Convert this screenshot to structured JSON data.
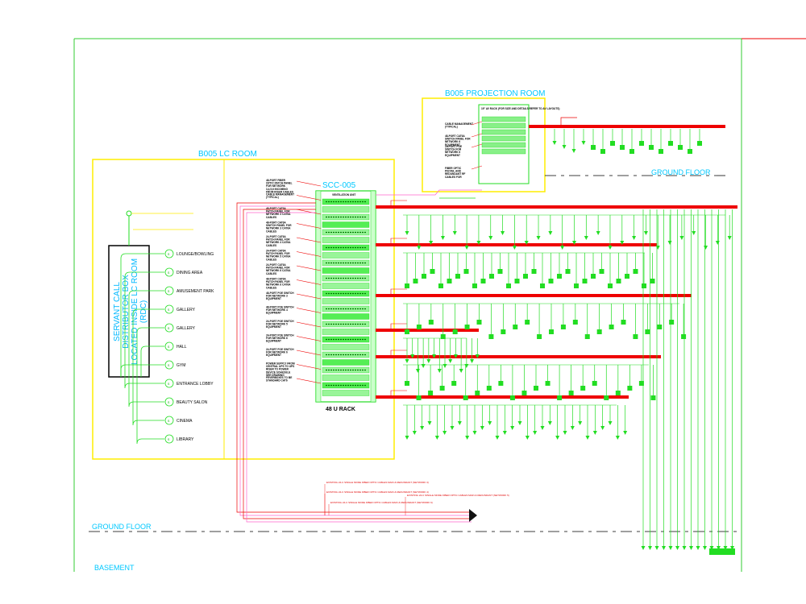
{
  "colors": {
    "border": "#33cc33",
    "room": "#ffee00",
    "label": "#00c8ff",
    "cable_red": "#ee0000",
    "cable_pink": "#ff66cc",
    "equipment_green": "#22dd22"
  },
  "rooms": {
    "lc_room": "B005 LC ROOM",
    "projection_room": "B005 PROJECTION ROOM"
  },
  "floors": {
    "ground_floor_right": "GROUND FLOOR",
    "ground_floor_left": "GROUND FLOOR",
    "basement": "BASEMENT"
  },
  "distributor_box": {
    "line1": "SERVANT CALL",
    "line2": "DISTRIBUTOR BOX",
    "line3": "LOCATED INSIDE LC ROOM",
    "line4": "(RDC)"
  },
  "servant_call_points": [
    {
      "symbol": "S",
      "label": "LOUNGE/BOWLING"
    },
    {
      "symbol": "S",
      "label": "DINING AREA"
    },
    {
      "symbol": "S",
      "label": "AMUSEMENT PARK"
    },
    {
      "symbol": "S",
      "label": "GALLERY"
    },
    {
      "symbol": "S",
      "label": "GALLERY"
    },
    {
      "symbol": "S",
      "label": "HALL"
    },
    {
      "symbol": "S",
      "label": "GYM"
    },
    {
      "symbol": "S",
      "label": "ENTRANCE LOBBY"
    },
    {
      "symbol": "S",
      "label": "BEAUTY SALON"
    },
    {
      "symbol": "S",
      "label": "CINEMA"
    },
    {
      "symbol": "S",
      "label": "LIBRARY"
    }
  ],
  "rack": {
    "name": "SCC-005",
    "size": "48 U RACK",
    "top_unit": "VENTILATION UNIT",
    "notes": [
      "48-PORT FIBER OPTIC PATCH PANEL FOR NETWORK 3,4,5,6 INCOMING FROM RISER CABLES",
      "CABLE MANAGEMENT (TYPICAL)",
      "48-PORT CAT6A PATCH PANEL FOR NETWORK 3 CAT6A CABLES",
      "48-PORT CAT6A SWITCH PANEL FOR NETWORK 3 CAT6A CABLES",
      "24-PORT CAT6A PATCH PANEL FOR NETWORK 4 CAT6A CABLES",
      "24-PORT CAT6A PATCH PANEL FOR NETWORK 5 CAT6A CABLES",
      "24-PORT CAT6A PATCH PANEL FOR NETWORK 6 CAT6A CABLES",
      "48-PORT CAT6A PATCH PANEL FOR NETWORK 6 CAT6A CABLES",
      "48-PORT POE SWITCH FOR NETWORK 3 EQUIPMENT",
      "48-PORT POE SWITCH FOR NETWORK 4 EQUIPMENT",
      "24-PORT POE SWITCH FOR NETWORK 5 EQUIPMENT",
      "24-PORT POE SWITCH FOR NETWORK 6 EQUIPMENT",
      "24-PORT POE SWITCH FOR NETWORK 6 EQUIPMENT",
      "POWER SUPPLY FROM CENTRAL UPS TO UPS RISER TO POWER DEVICE SCHEDULE SEE DRAWING",
      "FEVERBOXES TO BE STANDARD CAT6"
    ]
  },
  "av_rack": {
    "title": "19\" AV RACK (FOR SIZE AND DETAILS REFER TO AV LAYOUTS)",
    "notes": [
      "CABLE MANAGEMENT (TYPICAL)",
      "48-PORT CAT6A SWITCH PANEL FOR NETWORK 6 EQUIPMENT",
      "24-PORT POE SWITCH FOR NETWORK 6 EQUIPMENT",
      "FIBER OPTIC PIGTAIL AND REDUNDANT RF CABLES FOR NETWORK 6"
    ]
  },
  "riser_notes": [
    "EXISTING 24-C SINGLE MODE FIBER OPTIC CABLES MAIN & REDUNDANT (NETWORK 3)",
    "EXISTING 24-C SINGLE MODE FIBER OPTIC CABLES MAIN & REDUNDANT (NETWORK 4)",
    "EXISTING 24-C SINGLE MODE FIBER OPTIC CABLES MAIN & REDUNDANT (NETWORK 5)",
    "EXISTING 24-C SINGLE MODE FIBER OPTIC CABLES MAIN & REDUNDANT (NETWORK 6)"
  ],
  "branch_rows": [
    {
      "drops": 28,
      "symbol": "arrow"
    },
    {
      "drops": 30,
      "symbol": "device"
    },
    {
      "drops": 24,
      "symbol": "device"
    },
    {
      "drops": 14,
      "symbol": "arrow"
    },
    {
      "drops": 22,
      "symbol": "device"
    },
    {
      "drops": 30,
      "symbol": "arrow"
    }
  ],
  "projection_drops": 16,
  "riser_drops": 14
}
